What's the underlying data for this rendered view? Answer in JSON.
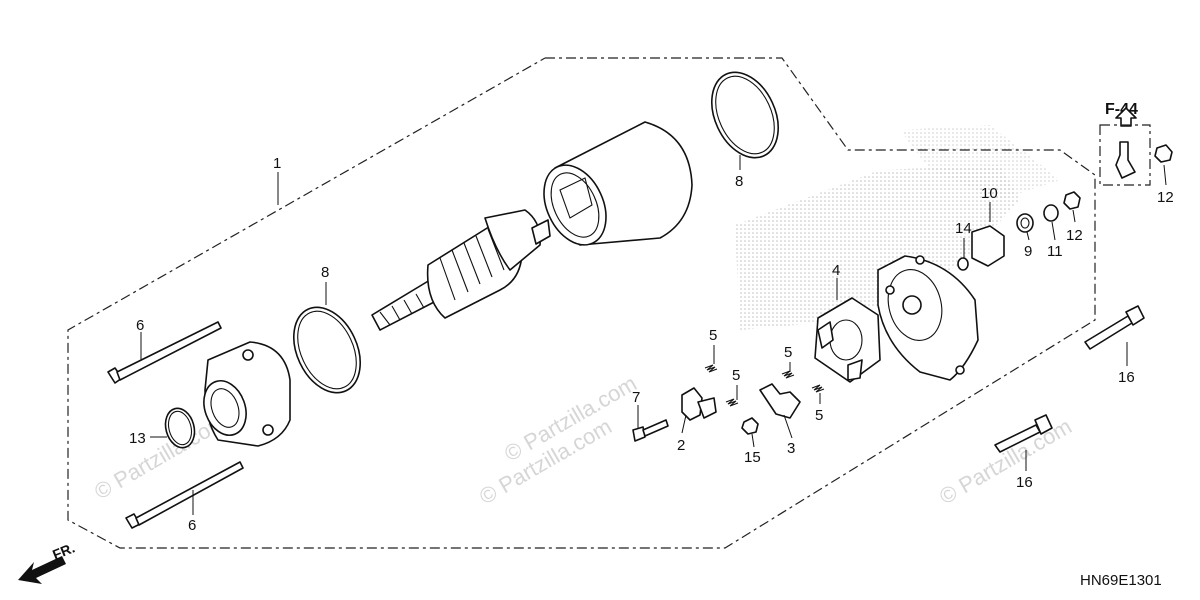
{
  "diagram": {
    "section_ref": "F-44",
    "front_label": "FR.",
    "drawing_code": "HN69E1301",
    "watermark": "© Partzilla.com",
    "part_numbers": [
      "1",
      "2",
      "3",
      "4",
      "5",
      "5",
      "5",
      "5",
      "6",
      "6",
      "7",
      "8",
      "8",
      "9",
      "10",
      "11",
      "12",
      "12",
      "13",
      "14",
      "15",
      "16",
      "16"
    ]
  }
}
